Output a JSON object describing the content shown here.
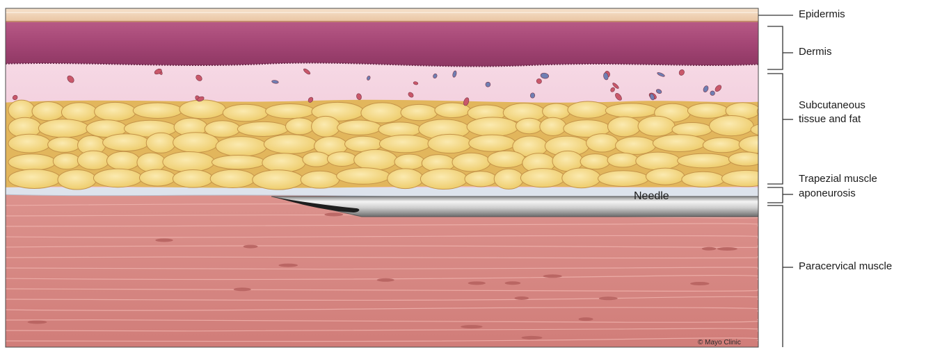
{
  "labels": {
    "epidermis": "Epidermis",
    "dermis": "Dermis",
    "subcutaneous_line1": "Subcutaneous",
    "subcutaneous_line2": "tissue and fat",
    "aponeurosis_line1": "Trapezial muscle",
    "aponeurosis_line2": "aponeurosis",
    "muscle": "Paracervical muscle",
    "needle": "Needle"
  },
  "credit": "© Mayo Clinic",
  "colors": {
    "epidermis": "#f0d2b4",
    "dermis": "#a94a78",
    "subcutaneous": "#f3cfdd",
    "fat": "#f2d888",
    "aponeurosis": "#d8dfe8",
    "muscle": "#d98a86",
    "needle": "#c7c7c7"
  }
}
